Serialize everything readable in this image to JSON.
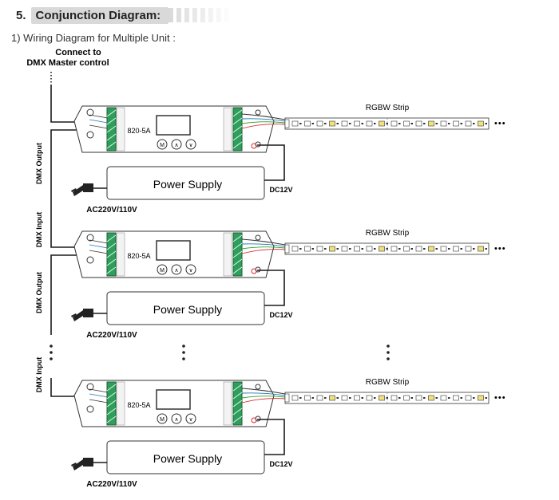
{
  "section": {
    "number": "5.",
    "title": "Conjunction Diagram:"
  },
  "subtitle": "1) Wiring Diagram for Multiple Unit :",
  "connect": {
    "line1": "Connect to",
    "line2": "DMX Master control"
  },
  "units": [
    {
      "model": "820-5A",
      "strip_label": "RGBW Strip",
      "psu_label": "Power Supply",
      "dc_label": "DC12V",
      "ac_label": "AC220V/110V",
      "buttons": [
        "M",
        "∧",
        "∨"
      ]
    },
    {
      "model": "820-5A",
      "strip_label": "RGBW Strip",
      "psu_label": "Power Supply",
      "dc_label": "DC12V",
      "ac_label": "AC220V/110V",
      "buttons": [
        "M",
        "∧",
        "∨"
      ]
    },
    {
      "model": "820-5A",
      "strip_label": "RGBW Strip",
      "psu_label": "Power Supply",
      "dc_label": "DC12V",
      "ac_label": "AC220V/110V",
      "buttons": [
        "M",
        "∧",
        "∨"
      ]
    }
  ],
  "dmx_labels": [
    "DMX Output",
    "DMX Input",
    "DMX Output",
    "DMX Input"
  ],
  "strip_ellipsis": "•••",
  "colors": {
    "wire": "#1a1a1a",
    "terminal_green": "#2e9e5b",
    "wire_red": "#d62728",
    "wire_green": "#2ca02c",
    "wire_blue": "#1f77b4",
    "led_yellow": "#f3e27a",
    "heading_bg": "#d9d9d9"
  }
}
